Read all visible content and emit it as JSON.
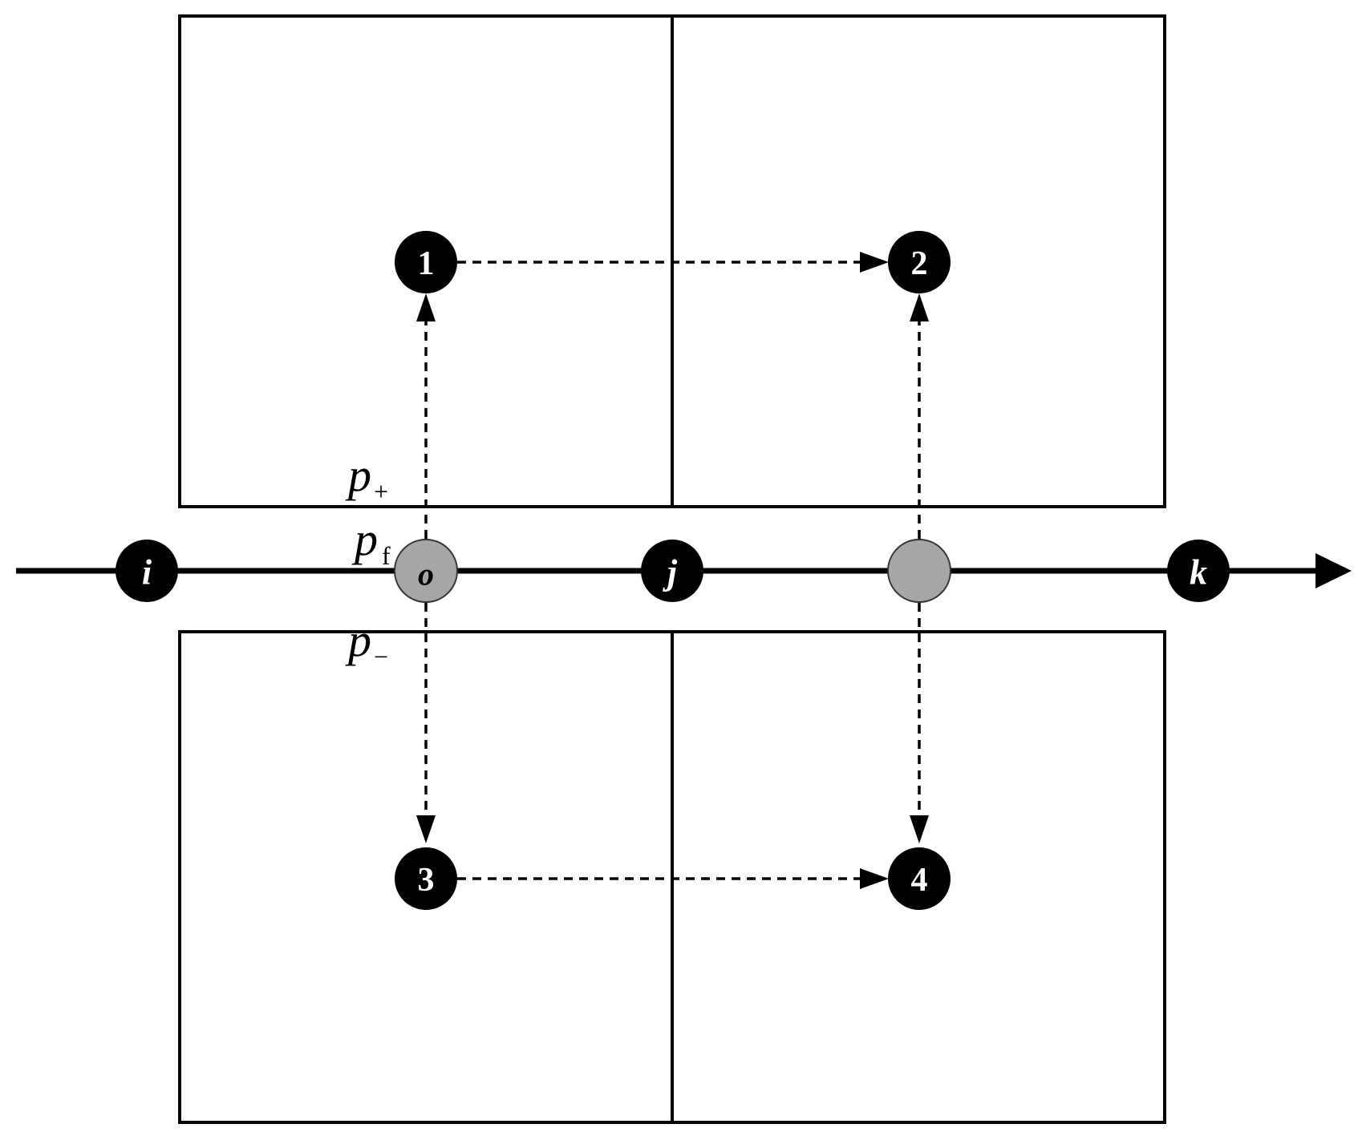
{
  "nodes": {
    "n1": "1",
    "n2": "2",
    "n3": "3",
    "n4": "4",
    "i": "i",
    "o": "o",
    "j": "j",
    "k": "k"
  },
  "pressure_labels": {
    "plus": {
      "base": "p",
      "sub": "+"
    },
    "f": {
      "base": "p",
      "sub": "f"
    },
    "minus": {
      "base": "p",
      "sub": "−"
    }
  },
  "colors": {
    "node_fill": "#000000",
    "node_text": "#ffffff",
    "interface_node_fill": "#a6a6a6",
    "line": "#000000",
    "background": "#ffffff"
  }
}
